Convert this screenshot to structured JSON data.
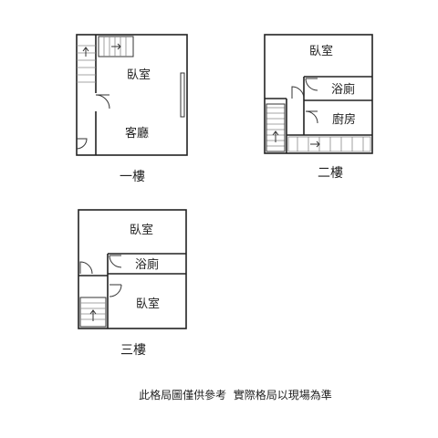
{
  "floors": {
    "first": {
      "label": "一樓",
      "rooms": {
        "bedroom": "臥室",
        "living": "客廳"
      }
    },
    "second": {
      "label": "二樓",
      "rooms": {
        "bedroom": "臥室",
        "bath": "浴廁",
        "kitchen": "廚房"
      }
    },
    "third": {
      "label": "三樓",
      "rooms": {
        "bedroom_top": "臥室",
        "bath": "浴廁",
        "bedroom_bottom": "臥室"
      }
    }
  },
  "note": "此格局圖僅供參考  實際格局以現場為準"
}
